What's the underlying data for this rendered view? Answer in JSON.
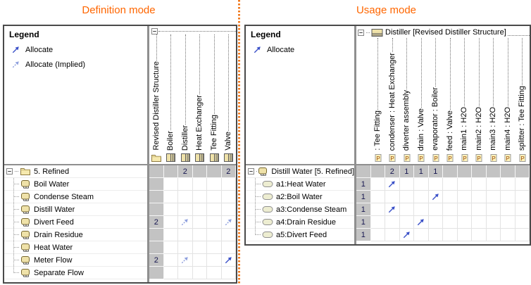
{
  "titles": {
    "definition": "Definition mode",
    "usage": "Usage mode"
  },
  "colors": {
    "title_orange": "#FF6600",
    "divider_orange": "#F07B21",
    "allocate_blue": "#3A50C8",
    "implied_blue": "#8FA0DE",
    "cell_gray": "#C3C3C3",
    "count_text": "#14144E"
  },
  "definition": {
    "legend": {
      "title": "Legend",
      "items": [
        {
          "label": "Allocate",
          "kind": "solid"
        },
        {
          "label": "Allocate (Implied)",
          "kind": "implied"
        }
      ]
    },
    "columns": [
      {
        "label": "Revised Distiller Structure",
        "icon": "folder-icon"
      },
      {
        "label": "Boiler",
        "icon": "block-icon"
      },
      {
        "label": "Distiller",
        "icon": "block-icon"
      },
      {
        "label": "Heat Exchanger",
        "icon": "block-icon"
      },
      {
        "label": "Tee Fitting",
        "icon": "block-icon"
      },
      {
        "label": "Valve",
        "icon": "block-icon"
      }
    ],
    "rows": [
      {
        "label": "5. Refined",
        "icon": "folder-icon",
        "group": true,
        "cells": [
          "",
          "",
          "2",
          "",
          "",
          "2"
        ]
      },
      {
        "label": "Boil Water",
        "icon": "activity-icon",
        "cells": [
          "",
          "",
          "",
          "",
          "",
          ""
        ]
      },
      {
        "label": "Condense Steam",
        "icon": "activity-icon",
        "cells": [
          "",
          "",
          "",
          "",
          "",
          ""
        ]
      },
      {
        "label": "Distill Water",
        "icon": "activity-icon",
        "cells": [
          "",
          "",
          "",
          "",
          "",
          ""
        ]
      },
      {
        "label": "Divert Feed",
        "icon": "activity-icon",
        "cells": [
          "2",
          "",
          "arrow-implied",
          "",
          "",
          "arrow-implied"
        ]
      },
      {
        "label": "Drain Residue",
        "icon": "activity-icon",
        "cells": [
          "",
          "",
          "",
          "",
          "",
          ""
        ]
      },
      {
        "label": "Heat Water",
        "icon": "activity-icon",
        "cells": [
          "",
          "",
          "",
          "",
          "",
          ""
        ]
      },
      {
        "label": "Meter Flow",
        "icon": "activity-icon",
        "cells": [
          "2",
          "",
          "arrow-implied",
          "",
          "",
          "arrow-solid"
        ]
      },
      {
        "label": "Separate Flow",
        "icon": "activity-icon",
        "cells": [
          "",
          "",
          "",
          "",
          "",
          ""
        ]
      }
    ]
  },
  "usage": {
    "legend": {
      "title": "Legend",
      "items": [
        {
          "label": "Allocate",
          "kind": "solid"
        }
      ]
    },
    "group_header": {
      "label": "Distiller [Revised Distiller Structure]",
      "icon": "part-icon"
    },
    "columns": [
      {
        "label": "",
        "icon": ""
      },
      {
        "label": ": Tee Fitting",
        "icon": "p-icon"
      },
      {
        "label": "condenser : Heat Exchanger",
        "icon": "p-icon"
      },
      {
        "label": "diverter assembly",
        "icon": "p-icon"
      },
      {
        "label": "drain : Valve",
        "icon": "p-icon"
      },
      {
        "label": "evaporator : Boiler",
        "icon": "p-icon"
      },
      {
        "label": "feed : Valve",
        "icon": "p-icon"
      },
      {
        "label": "main1 : H2O",
        "icon": "p-icon"
      },
      {
        "label": "main2 : H2O",
        "icon": "p-icon"
      },
      {
        "label": "main3 : H2O",
        "icon": "p-icon"
      },
      {
        "label": "main4 : H2O",
        "icon": "p-icon"
      },
      {
        "label": "splitter : Tee Fitting",
        "icon": "p-icon"
      }
    ],
    "rows": [
      {
        "label": "Distill Water [5. Refined]",
        "icon": "activity-icon",
        "group": true,
        "cells": [
          "",
          "",
          "2",
          "1",
          "1",
          "1",
          "",
          "",
          "",
          "",
          "",
          ""
        ]
      },
      {
        "label": "a1:Heat Water",
        "icon": "action-icon",
        "cells": [
          "1",
          "",
          "arrow-solid",
          "",
          "",
          "",
          "",
          "",
          "",
          "",
          "",
          ""
        ]
      },
      {
        "label": "a2:Boil Water",
        "icon": "action-icon",
        "cells": [
          "1",
          "",
          "",
          "",
          "",
          "arrow-solid",
          "",
          "",
          "",
          "",
          "",
          ""
        ]
      },
      {
        "label": "a3:Condense Steam",
        "icon": "action-icon",
        "cells": [
          "1",
          "",
          "arrow-solid",
          "",
          "",
          "",
          "",
          "",
          "",
          "",
          "",
          ""
        ]
      },
      {
        "label": "a4:Drain Residue",
        "icon": "action-icon",
        "cells": [
          "1",
          "",
          "",
          "",
          "arrow-solid",
          "",
          "",
          "",
          "",
          "",
          "",
          ""
        ]
      },
      {
        "label": "a5:Divert Feed",
        "icon": "action-icon",
        "cells": [
          "1",
          "",
          "",
          "arrow-solid",
          "",
          "",
          "",
          "",
          "",
          "",
          "",
          ""
        ]
      }
    ]
  }
}
